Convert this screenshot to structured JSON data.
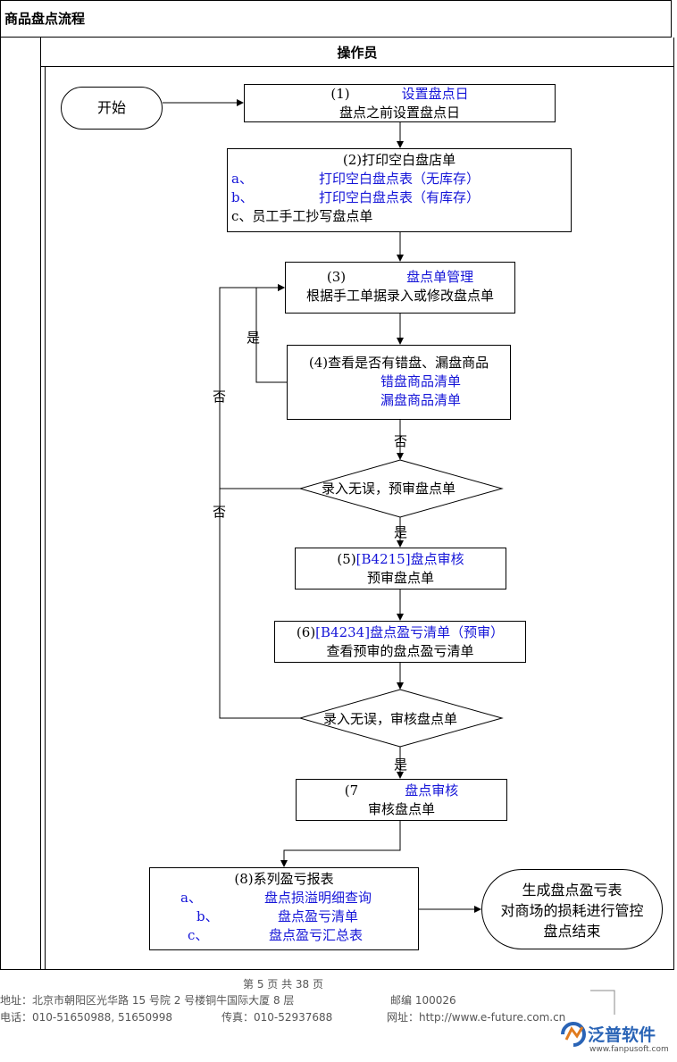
{
  "header": {
    "title": "商品盘点流程",
    "lane": "操作员"
  },
  "start": {
    "label": "开始"
  },
  "step1": {
    "num": "(1)",
    "link": "设置盘点日",
    "desc": "盘点之前设置盘点日"
  },
  "step2": {
    "title": "(2)打印空白盘店单",
    "a_prefix": "a、",
    "a_link": "打印空白盘点表（无库存）",
    "b_prefix": "b、",
    "b_link": "打印空白盘点表（有库存）",
    "c_text": "c、员工手工抄写盘点单"
  },
  "step3": {
    "num": "(3)",
    "link": "盘点单管理",
    "desc": "根据手工单据录入或修改盘点单"
  },
  "step4": {
    "title": "(4)查看是否有错盘、漏盘商品",
    "link1": "错盘商品清单",
    "link2": "漏盘商品清单"
  },
  "decision1": {
    "text": "录入无误，预审盘点单"
  },
  "step5": {
    "num": "(5)",
    "link": "[B4215]盘点审核",
    "desc": "预审盘点单"
  },
  "step6": {
    "num": "(6)",
    "link": "[B4234]盘点盈亏清单（预审）",
    "desc": "查看预审的盘点盈亏清单"
  },
  "decision2": {
    "text": "录入无误，审核盘点单"
  },
  "step7": {
    "num": "(7",
    "link": "盘点审核",
    "desc": "审核盘点单"
  },
  "step8": {
    "title": "(8)系列盈亏报表",
    "a_prefix": "a、",
    "a_link": "盘点损溢明细查询",
    "b_prefix": "b、",
    "b_link": "盘点盈亏清单",
    "c_prefix": "c、",
    "c_link": "盘点盈亏汇总表"
  },
  "end": {
    "line1": "生成盘点盈亏表",
    "line2": "对商场的损耗进行管控",
    "line3": "盘点结束"
  },
  "labels": {
    "yes1": "是",
    "no1": "否",
    "no2": "否",
    "no3": "否",
    "yes2": "是",
    "yes3": "是"
  },
  "footer": {
    "page": "第 5 页 共 38 页",
    "address": "地址：北京市朝阳区光华路 15 号院 2 号楼铜牛国际大厦 8 层",
    "postcode": "邮编 100026",
    "phone": "电话：010-51650988, 51650998",
    "fax": "传真：010-52937688",
    "website": "网址：http://www.e-future.com.cn"
  },
  "logo": {
    "text": "泛普软件",
    "url": "www.fanpusoft.com",
    "brand_color": "#2a64b6"
  },
  "colors": {
    "link_blue": "#1515d8"
  }
}
